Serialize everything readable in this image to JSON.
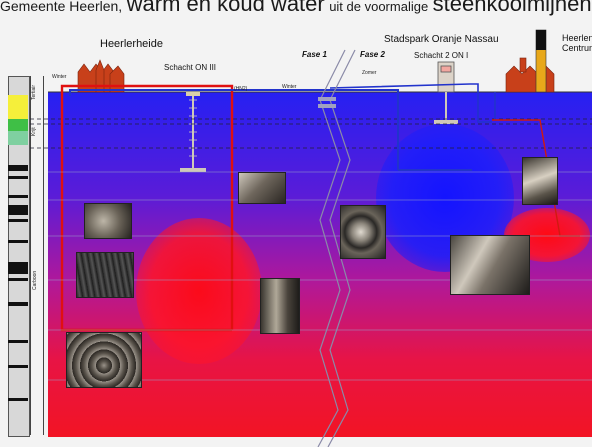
{
  "title": {
    "part1": "Gemeente Heerlen,",
    "part2": "warm en koud water",
    "part3": "uit de voormalige",
    "part4": "steenkoolmijnen"
  },
  "sites": {
    "heerlerheide": "Heerlerheide",
    "stadspark": "Stadspark Oranje Nassau",
    "heerlen_centrum_1": "Heerlen",
    "heerlen_centrum_2": "Centrum"
  },
  "shafts": {
    "on3": "Schacht ON III",
    "on1": "Schacht 2 ON I"
  },
  "phases": {
    "fase1": "Fase 1",
    "fase2": "Fase 2"
  },
  "small_labels": {
    "winter_left": "Winter",
    "winter_mid": "Winter",
    "zomer": "Zomer",
    "hn2": "(HN2)",
    "carboon": "Carboon",
    "krijt": "Krijt",
    "tertiair": "Tertiair"
  },
  "colors": {
    "warm": "#ff0000",
    "cold": "#1a1aff",
    "ground_top": "#2a25f0",
    "ground_bottom": "#f01020",
    "pipe_red": "#e01010",
    "pipe_blue": "#2233cc",
    "building": "#c8401a"
  }
}
